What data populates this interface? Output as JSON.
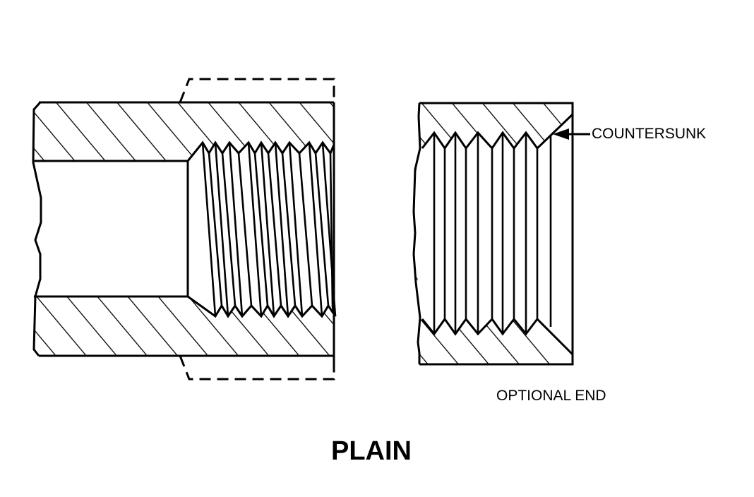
{
  "title": "PLAIN",
  "labels": {
    "countersunk": "COUNTERSUNK",
    "optional_end": "OPTIONAL END"
  },
  "colors": {
    "line": "#000000",
    "background": "#ffffff"
  }
}
